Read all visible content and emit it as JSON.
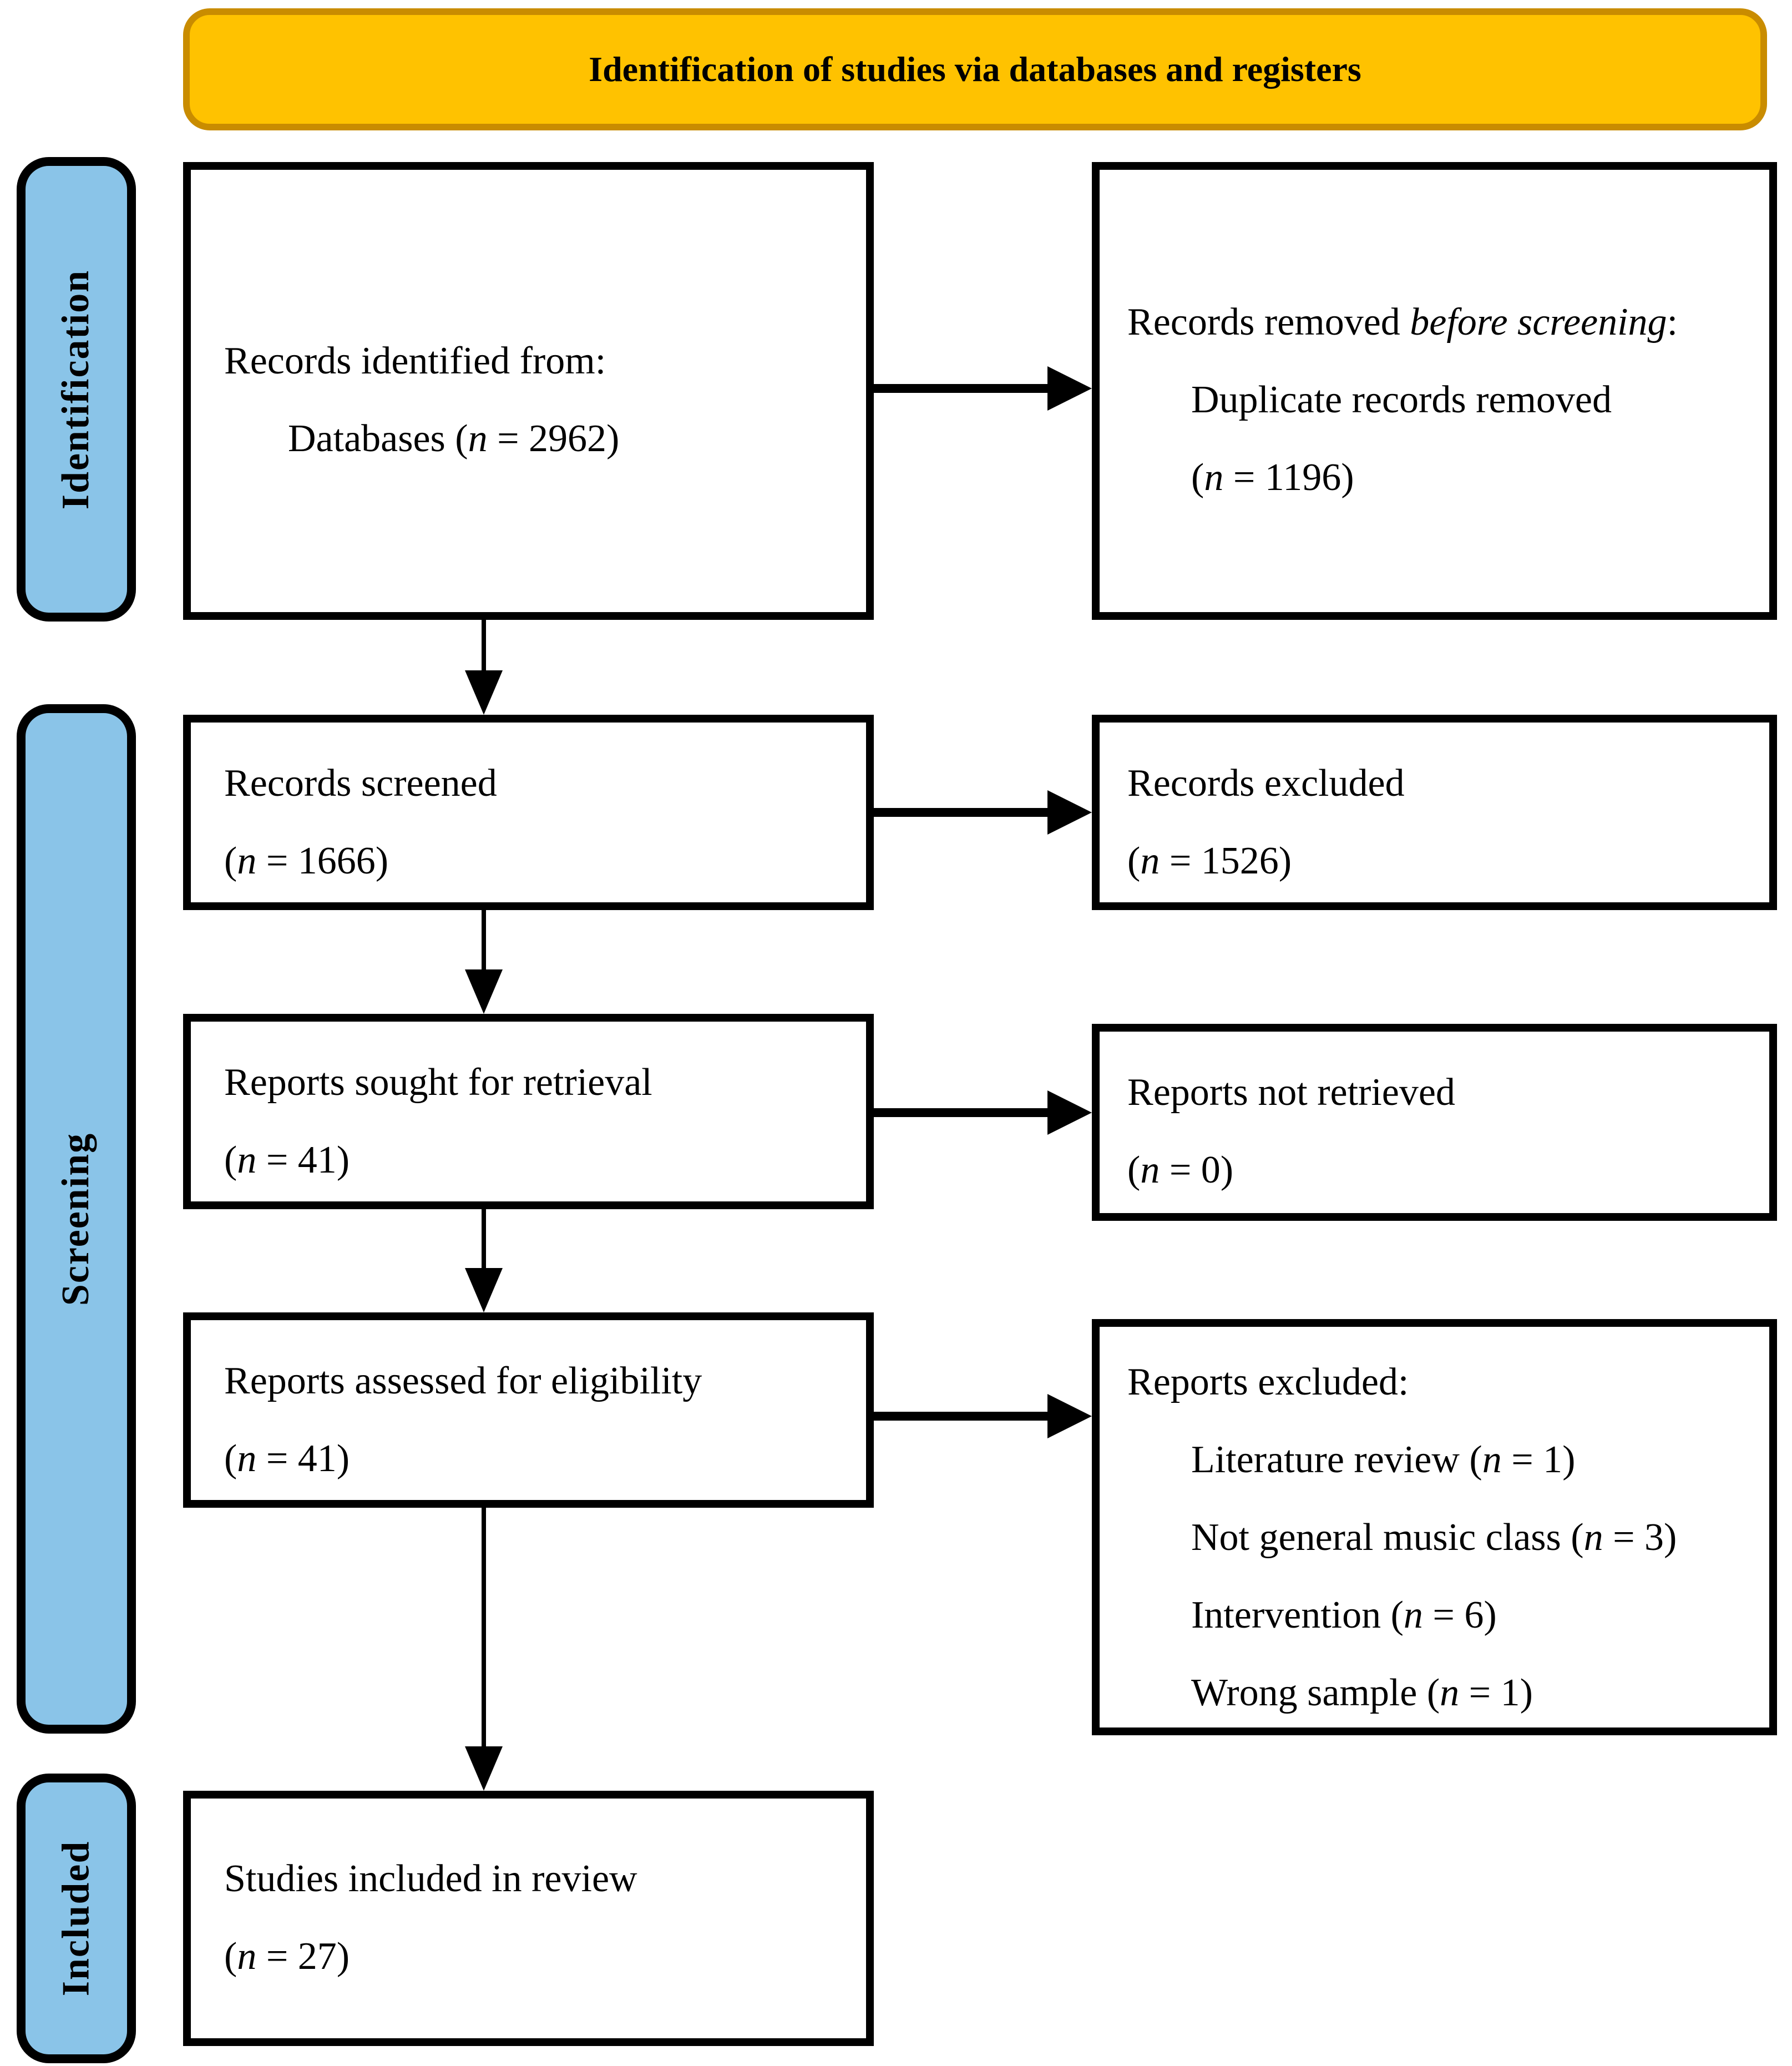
{
  "banner": {
    "title": "Identification of studies via databases and registers"
  },
  "colors": {
    "banner_fill": "#FFC200",
    "banner_border": "#C98C00",
    "stage_fill": "#8AC4E8",
    "box_border": "#000000",
    "text": "#000000"
  },
  "sidebar": {
    "stages": [
      {
        "label": "Identification"
      },
      {
        "label": "Screening"
      },
      {
        "label": "Included"
      }
    ]
  },
  "boxes": {
    "records_identified": {
      "lines": [
        {
          "indent": 0,
          "segments": [
            {
              "t": "Records identified from:"
            }
          ]
        },
        {
          "indent": 1,
          "segments": [
            {
              "t": "Databases ("
            },
            {
              "t": "n",
              "i": true
            },
            {
              "t": " = 2962)"
            }
          ]
        }
      ]
    },
    "records_removed": {
      "lines": [
        {
          "indent": 0,
          "segments": [
            {
              "t": "Records removed "
            },
            {
              "t": "before screening",
              "i": true
            },
            {
              "t": ":"
            }
          ]
        },
        {
          "indent": 1,
          "segments": [
            {
              "t": "Duplicate records removed"
            }
          ]
        },
        {
          "indent": 1,
          "segments": [
            {
              "t": "("
            },
            {
              "t": "n",
              "i": true
            },
            {
              "t": " = 1196)"
            }
          ]
        }
      ]
    },
    "records_screened": {
      "lines": [
        {
          "indent": 0,
          "segments": [
            {
              "t": "Records screened"
            }
          ]
        },
        {
          "indent": 0,
          "segments": [
            {
              "t": "("
            },
            {
              "t": "n",
              "i": true
            },
            {
              "t": " = 1666)"
            }
          ]
        }
      ]
    },
    "records_excluded": {
      "lines": [
        {
          "indent": 0,
          "segments": [
            {
              "t": "Records excluded"
            }
          ]
        },
        {
          "indent": 0,
          "segments": [
            {
              "t": "("
            },
            {
              "t": "n",
              "i": true
            },
            {
              "t": " = 1526)"
            }
          ]
        }
      ]
    },
    "reports_sought": {
      "lines": [
        {
          "indent": 0,
          "segments": [
            {
              "t": "Reports sought for retrieval"
            }
          ]
        },
        {
          "indent": 0,
          "segments": [
            {
              "t": "("
            },
            {
              "t": "n",
              "i": true
            },
            {
              "t": " = 41)"
            }
          ]
        }
      ]
    },
    "reports_not_retrieved": {
      "lines": [
        {
          "indent": 0,
          "segments": [
            {
              "t": "Reports not retrieved"
            }
          ]
        },
        {
          "indent": 0,
          "segments": [
            {
              "t": "("
            },
            {
              "t": "n",
              "i": true
            },
            {
              "t": " = 0)"
            }
          ]
        }
      ]
    },
    "reports_assessed": {
      "lines": [
        {
          "indent": 0,
          "segments": [
            {
              "t": "Reports assessed for eligibility"
            }
          ]
        },
        {
          "indent": 0,
          "segments": [
            {
              "t": "("
            },
            {
              "t": "n",
              "i": true
            },
            {
              "t": " = 41)"
            }
          ]
        }
      ]
    },
    "reports_excluded": {
      "lines": [
        {
          "indent": 0,
          "segments": [
            {
              "t": "Reports excluded:"
            }
          ]
        },
        {
          "indent": 1,
          "segments": [
            {
              "t": "Literature review ("
            },
            {
              "t": "n",
              "i": true
            },
            {
              "t": " = 1)"
            }
          ]
        },
        {
          "indent": 1,
          "segments": [
            {
              "t": "Not general music class ("
            },
            {
              "t": "n",
              "i": true
            },
            {
              "t": " = 3)"
            }
          ]
        },
        {
          "indent": 1,
          "segments": [
            {
              "t": "Intervention ("
            },
            {
              "t": "n",
              "i": true
            },
            {
              "t": " = 6)"
            }
          ]
        },
        {
          "indent": 1,
          "segments": [
            {
              "t": "Wrong sample ("
            },
            {
              "t": "n",
              "i": true
            },
            {
              "t": " = 1)"
            }
          ]
        }
      ]
    },
    "studies_included": {
      "lines": [
        {
          "indent": 0,
          "segments": [
            {
              "t": "Studies included in review"
            }
          ]
        },
        {
          "indent": 0,
          "segments": [
            {
              "t": "("
            },
            {
              "t": "n",
              "i": true
            },
            {
              "t": " = 27)"
            }
          ]
        }
      ]
    }
  }
}
